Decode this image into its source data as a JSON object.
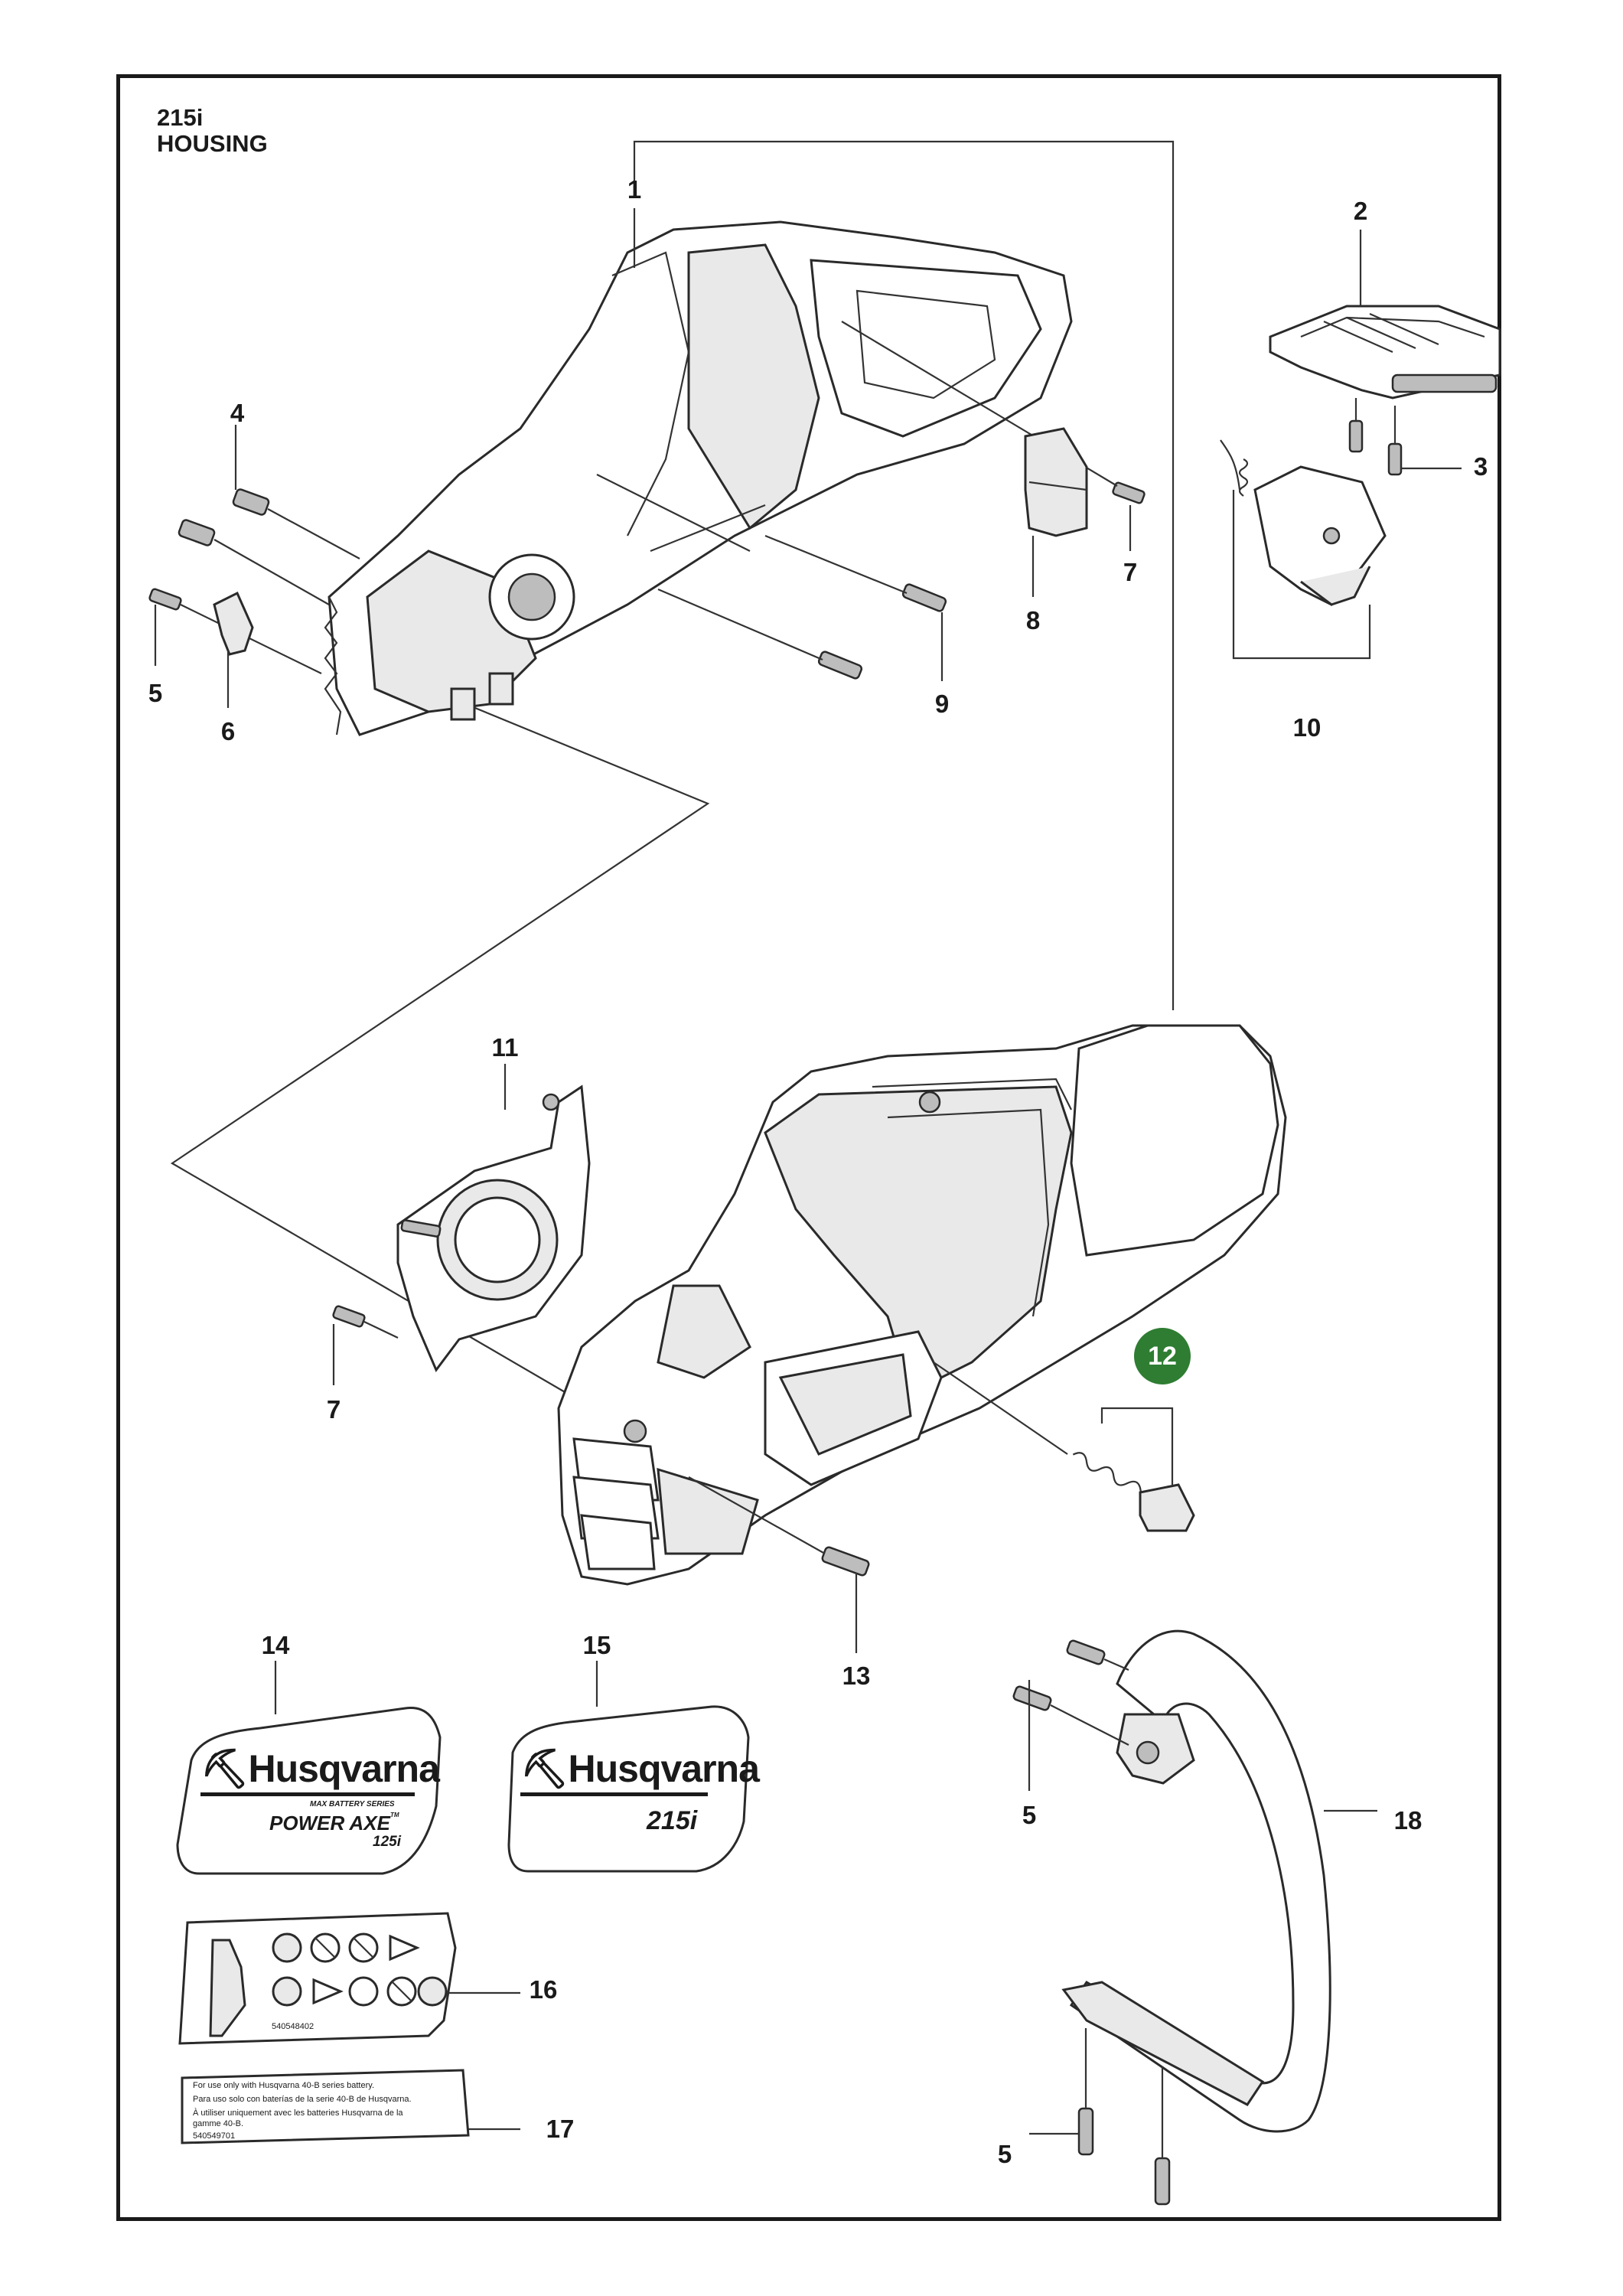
{
  "page": {
    "model": "215i",
    "section": "HOUSING"
  },
  "callouts": [
    {
      "id": "c1",
      "label": "1"
    },
    {
      "id": "c2",
      "label": "2"
    },
    {
      "id": "c3",
      "label": "3"
    },
    {
      "id": "c4",
      "label": "4"
    },
    {
      "id": "c5a",
      "label": "5"
    },
    {
      "id": "c6",
      "label": "6"
    },
    {
      "id": "c7a",
      "label": "7"
    },
    {
      "id": "c8",
      "label": "8"
    },
    {
      "id": "c9",
      "label": "9"
    },
    {
      "id": "c10",
      "label": "10"
    },
    {
      "id": "c11",
      "label": "11"
    },
    {
      "id": "c7b",
      "label": "7"
    },
    {
      "id": "c13",
      "label": "13"
    },
    {
      "id": "c14",
      "label": "14"
    },
    {
      "id": "c15",
      "label": "15"
    },
    {
      "id": "c5b",
      "label": "5"
    },
    {
      "id": "c18",
      "label": "18"
    },
    {
      "id": "c16",
      "label": "16"
    },
    {
      "id": "c17",
      "label": "17"
    },
    {
      "id": "c5c",
      "label": "5"
    }
  ],
  "highlight": {
    "label": "12",
    "color": "#2e7d32"
  },
  "decal14": {
    "brand": "Husqvarna",
    "series": "MAX BATTERY SERIES",
    "product": "POWER AXE",
    "tm": "TM",
    "model": "125i"
  },
  "decal15": {
    "brand": "Husqvarna",
    "model": "215i"
  },
  "decal16": {
    "part_number": "540548402"
  },
  "decal17": {
    "lines": [
      "For use only with Husqvarna 40-B series battery.",
      "Para uso solo con baterías de la serie 40-B de Husqvarna.",
      "À utiliser uniquement avec les batteries Husqvarna de la",
      "gamme 40-B."
    ],
    "part_number": "540549701"
  }
}
